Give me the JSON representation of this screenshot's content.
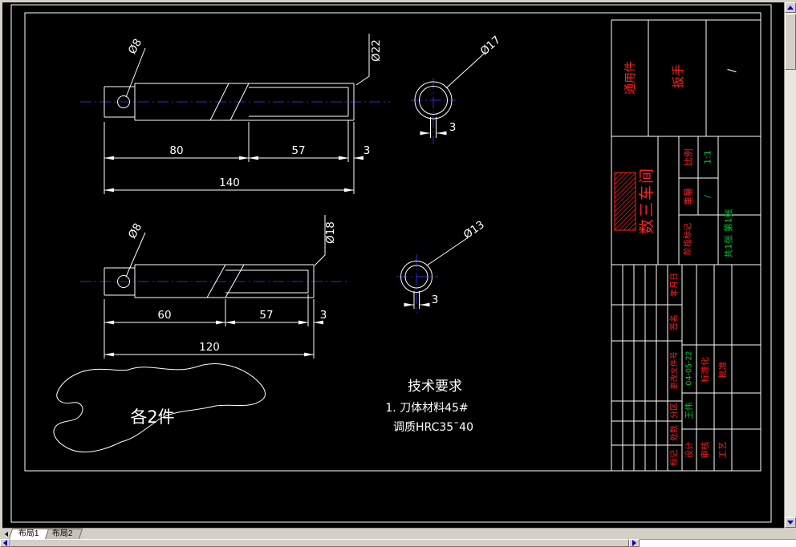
{
  "colors": {
    "line": "#ffffff",
    "centerline_blue": "#2b2bd5",
    "titleblock_red": "#ff2222",
    "value_green": "#00c838",
    "chrome_gray": "#d4d0c8",
    "scroll_arrow_blue": "#0000c8"
  },
  "dims": {
    "p1_hole": "Ø8",
    "p1_outer": "Ø22",
    "p1_l1": "80",
    "p1_l2": "57",
    "p1_l3": "3",
    "p1_total": "140",
    "c1_dia": "Ø17",
    "c1_slot": "3",
    "p2_hole": "Ø8",
    "p2_outer": "Ø18",
    "p2_l1": "60",
    "p2_l2": "57",
    "p2_l3": "3",
    "p2_total": "120",
    "c2_dia": "Ø13",
    "c2_slot": "3"
  },
  "notes": {
    "qty": "各2件",
    "tech_title": "技术要求",
    "tech_1": "1. 刀体材料45#",
    "tech_2": "调质HRC35¯40"
  },
  "titleblock": {
    "category": "通用件",
    "title": "扳手",
    "number": "/",
    "company": "数三车间",
    "scale_label": "比例",
    "scale_value": "1:1",
    "weight_label": "重量",
    "weight_value": "/",
    "stage_label": "阶段标记",
    "sheet_info": "共1张 第1张",
    "rev": [
      "标记",
      "处数",
      "分区",
      "更改文件号",
      "签名",
      "年月日"
    ],
    "design_label": "设计",
    "design_name": "王伟",
    "design_date": "04-05-22",
    "check_label": "审核",
    "process_label": "工艺",
    "standard_label": "标准化",
    "approve_label": "批准"
  },
  "chrome": {
    "tab1": "布局1",
    "tab2": "布局2"
  }
}
